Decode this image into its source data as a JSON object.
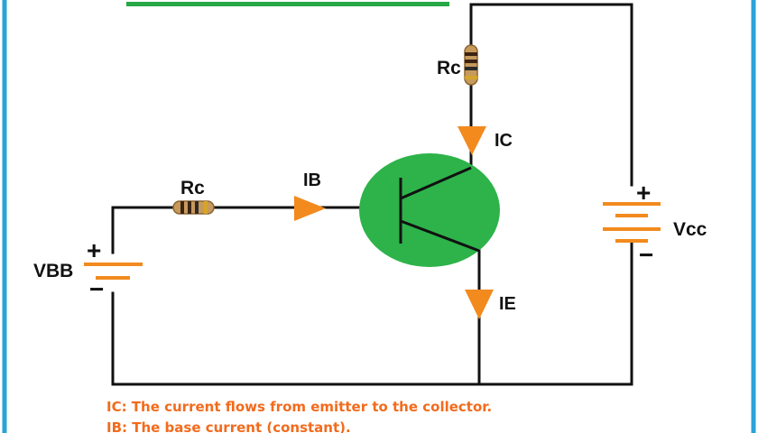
{
  "labels": {
    "rc_top": "Rc",
    "rc_left": "Rc",
    "ib": "IB",
    "ic": "IC",
    "ie": "IE",
    "vcc": "Vcc",
    "vbb": "VBB",
    "plus": "+",
    "minus": "−"
  },
  "notes": [
    "IC: The current flows from emitter to the collector.",
    "IB: The base current (constant)."
  ],
  "colors": {
    "frame": "#2aa3d8",
    "title_bar": "#27a845",
    "wire": "#111111",
    "arrow": "#f28a1e",
    "battery_plate": "#f28a1e",
    "transistor_fill": "#2db34a",
    "note_text": "#f26b1d",
    "resistor_body": "#c79a5c"
  }
}
